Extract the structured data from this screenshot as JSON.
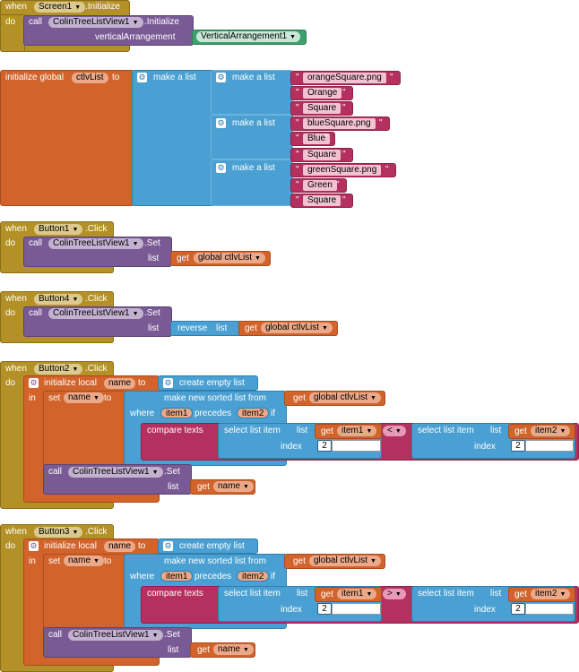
{
  "kw": {
    "when": "when",
    "do": "do",
    "call": "call",
    "in": "in",
    "set": "set",
    "to": "to",
    "get": "get",
    "where": "where",
    "precedes": "precedes",
    "if": "if",
    "index": "index",
    "list": "list",
    "initialize_global": "initialize global",
    "initialize_local": "initialize local",
    "make_a_list": "make a list",
    "create_empty_list": "create empty list",
    "reverse": "reverse",
    "make_new_sorted": "make new sorted list from",
    "compare_texts": "compare texts",
    "select_list_item": "select list item",
    "initialize_method": ".Initialize",
    "vertical_arrangement": "verticalArrangement",
    "click": ".Click",
    "set_method": ".Set",
    "quote": "\""
  },
  "b1": {
    "component": "Screen1",
    "event": ".Initialize",
    "call_target": "ColinTreeListView1",
    "arg_value": "VerticalArrangement1"
  },
  "b2": {
    "var": "ctlvList",
    "items": [
      "orangeSquare.png",
      "Orange",
      "Square",
      "blueSquare.png",
      "Blue",
      "Square",
      "greenSquare.png",
      "Green",
      "Square"
    ]
  },
  "b3": {
    "component": "Button1",
    "call_target": "ColinTreeListView1",
    "get_var": "global ctlvList"
  },
  "b4": {
    "component": "Button4",
    "call_target": "ColinTreeListView1",
    "get_var": "global ctlvList"
  },
  "b5": {
    "component": "Button2",
    "local": "name",
    "set_var": "name",
    "sort_src": "global ctlvList",
    "item1": "item1",
    "item2": "item2",
    "op": "<",
    "idx1": "2",
    "idx2": "2",
    "call_target": "ColinTreeListView1",
    "get_var": "name"
  },
  "b6": {
    "component": "Button3",
    "local": "name",
    "set_var": "name",
    "sort_src": "global ctlvList",
    "item1": "item1",
    "item2": "item2",
    "op": ">",
    "idx1": "2",
    "idx2": "2",
    "call_target": "ColinTreeListView1",
    "get_var": "name"
  }
}
